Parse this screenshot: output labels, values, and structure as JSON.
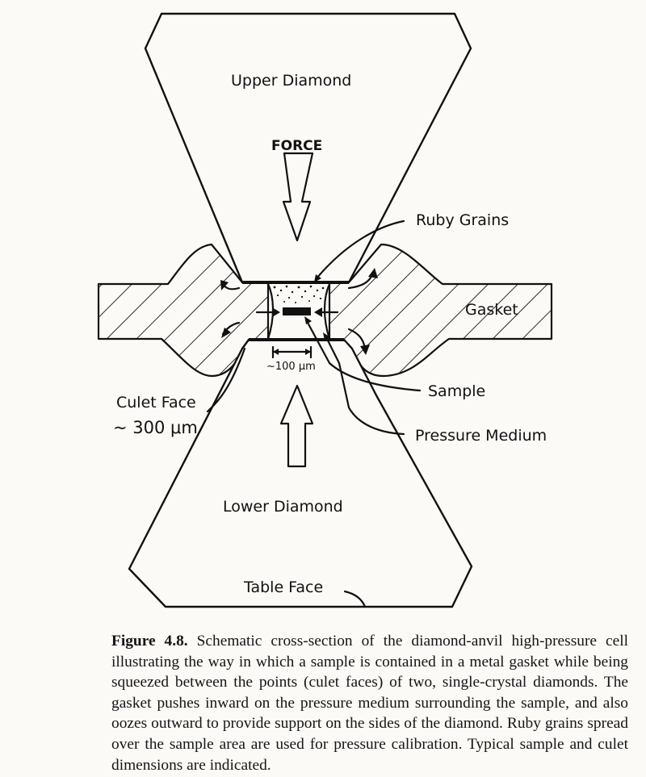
{
  "figure": {
    "labels": {
      "upper_diamond": "Upper Diamond",
      "force": "FORCE",
      "ruby_grains": "Ruby Grains",
      "gasket": "Gasket",
      "sample_size": "~100 μm",
      "sample": "Sample",
      "culet_face": "Culet Face",
      "culet_size": "~ 300 μm",
      "pressure_medium": "Pressure Medium",
      "lower_diamond": "Lower Diamond",
      "table_face": "Table Face"
    }
  },
  "caption": {
    "figure_id": "Figure 4.8.",
    "text": "Schematic cross-section of the diamond-anvil high-pressure cell illustrating the way in which a sample is contained in a metal gasket while being squeezed between the points (culet faces) of two, single-crystal diamonds. The gasket pushes inward on the pressure medium surrounding the sample, and also oozes outward to provide support on the sides of the diamond. Ruby grains spread over the sample area are used for pressure calibration. Typical sample and culet dimensions are indicated."
  }
}
